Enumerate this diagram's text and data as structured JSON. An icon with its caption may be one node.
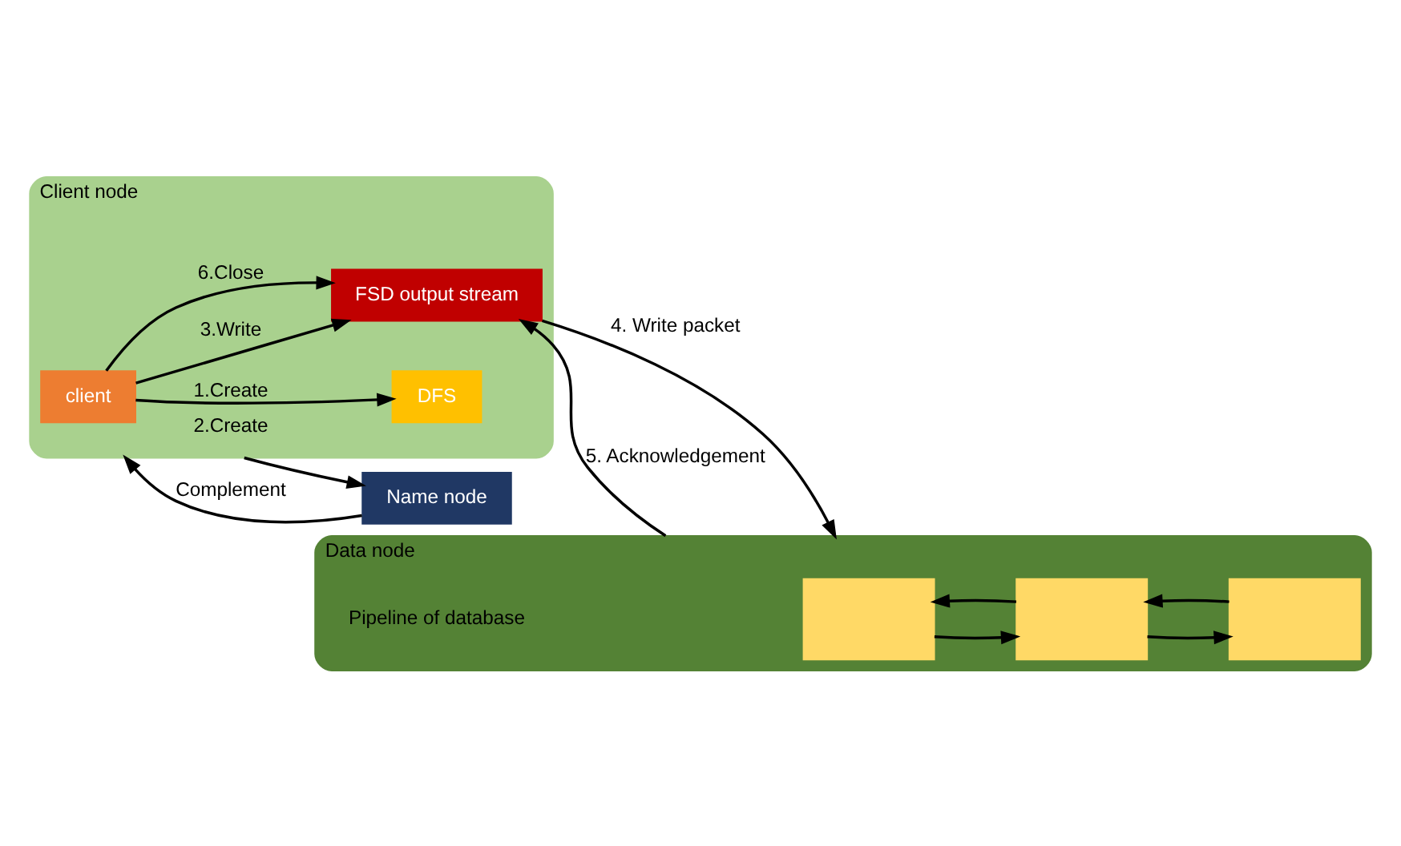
{
  "diagram": {
    "nodes": [
      {
        "text": [
          "Client node"
        ]
      },
      {
        "text": [
          "client"
        ],
        "in": 0
      },
      {
        "text": [
          "DFS"
        ],
        "in": 0
      },
      {
        "text": [
          "FSD output stream"
        ],
        "in": 0
      },
      {
        "text": [
          "Name node"
        ]
      },
      {
        "text": [
          "Data node"
        ],
        "beside": [
          "Pipeline of database"
        ]
      },
      {
        "text": [],
        "shape": "box",
        "in": 5
      },
      {
        "text": [],
        "shape": "box",
        "in": 5
      },
      {
        "text": [],
        "shape": "box",
        "in": 5
      }
    ],
    "edges": [
      {
        "from": 1,
        "to": 2,
        "arrow": "to",
        "label": "1.Create"
      },
      {
        "from": 0,
        "to": 4,
        "arrow": "to",
        "label": "2.Create"
      },
      {
        "from": 4,
        "to": 0,
        "arrow": "to",
        "label": "Complement"
      },
      {
        "from": 1,
        "to": 3,
        "arrow": "to",
        "label": "3.Write"
      },
      {
        "from": 1,
        "to": 3,
        "arrow": "to",
        "label": "6.Close"
      },
      {
        "from": 3,
        "to": 5,
        "arrow": "to",
        "label": "4. Write packet"
      },
      {
        "from": 5,
        "to": 3,
        "arrow": "to",
        "label": "5. Acknowledgement"
      },
      {
        "from": 6,
        "to": 7,
        "arrow": "to"
      },
      {
        "from": 7,
        "to": 6,
        "arrow": "to"
      },
      {
        "from": 7,
        "to": 8,
        "arrow": "to"
      },
      {
        "from": 8,
        "to": 7,
        "arrow": "to"
      }
    ]
  }
}
